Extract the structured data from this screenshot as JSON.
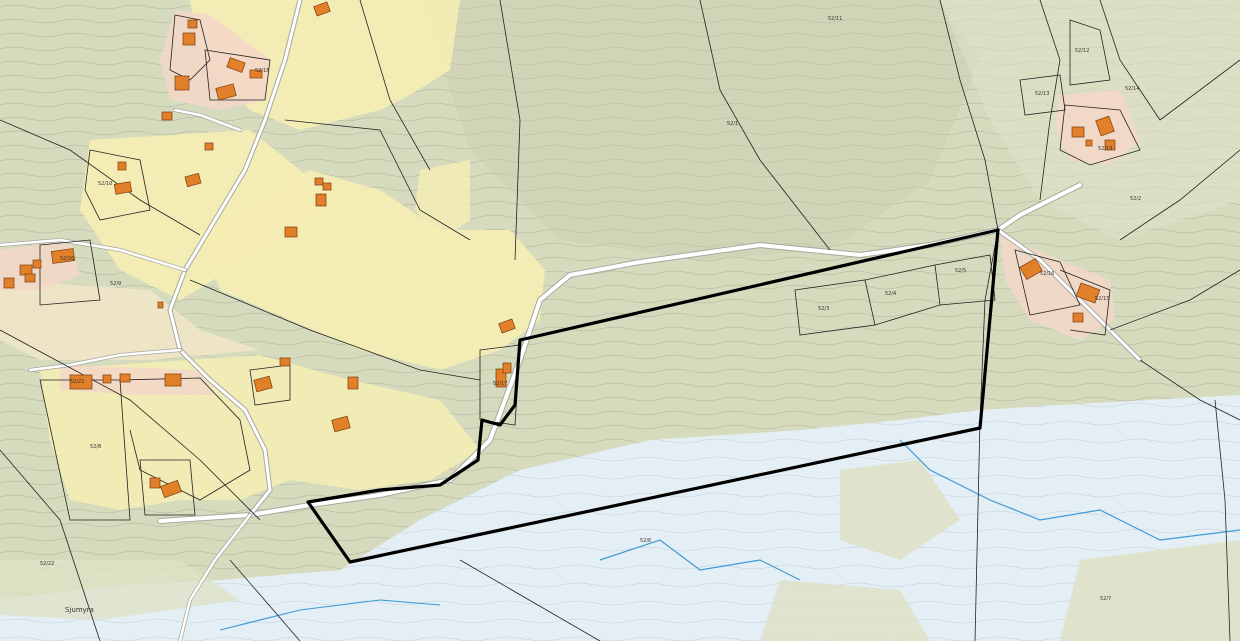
{
  "map": {
    "place_label": "Sjumyra",
    "colors": {
      "terrain": "#d7dbbd",
      "farmland": "#f6edb4",
      "farmland_light": "#efe6c6",
      "water": "#e4eef5",
      "residential": "#f3d7c8",
      "building": "#e2802a",
      "road": "#ffffff",
      "stream": "#3d9ad6",
      "boundary": "#000000"
    },
    "parcel_numbers": [
      {
        "id": "p1",
        "text": "52/1"
      },
      {
        "id": "p2",
        "text": "52/2"
      },
      {
        "id": "p3",
        "text": "52/3"
      },
      {
        "id": "p4",
        "text": "52/4"
      },
      {
        "id": "p5",
        "text": "52/5"
      },
      {
        "id": "p6",
        "text": "52/6"
      },
      {
        "id": "p7",
        "text": "52/7"
      },
      {
        "id": "p8",
        "text": "52/8"
      },
      {
        "id": "p9",
        "text": "52/9"
      },
      {
        "id": "p10",
        "text": "52/10"
      },
      {
        "id": "p11",
        "text": "52/11"
      },
      {
        "id": "p12",
        "text": "52/12"
      },
      {
        "id": "p13",
        "text": "52/13"
      },
      {
        "id": "p14",
        "text": "52/14"
      },
      {
        "id": "p15",
        "text": "52/15"
      },
      {
        "id": "p16",
        "text": "52/16"
      },
      {
        "id": "p17",
        "text": "52/17"
      },
      {
        "id": "p18",
        "text": "52/18"
      },
      {
        "id": "p19",
        "text": "52/19"
      },
      {
        "id": "p20",
        "text": "52/20"
      },
      {
        "id": "p21",
        "text": "52/21"
      },
      {
        "id": "p22",
        "text": "52/22"
      }
    ]
  }
}
